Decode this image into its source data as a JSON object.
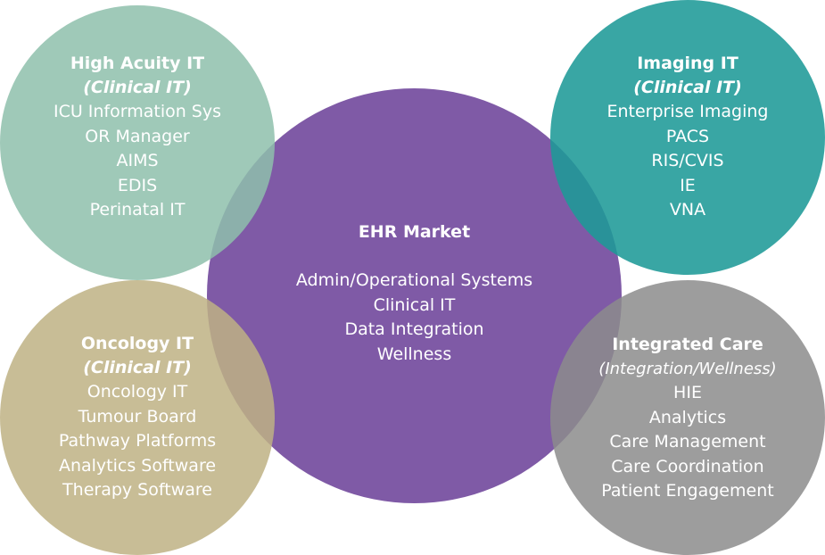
{
  "diagram": {
    "center": {
      "title": "EHR Market",
      "items": [
        "Admin/Operational Systems",
        "Clinical IT",
        "Data Integration",
        "Wellness"
      ],
      "color": "#7f5aa6"
    },
    "top_left": {
      "title": "High Acuity IT",
      "subtitle": "(Clinical IT)",
      "items": [
        "ICU Information Sys",
        "OR Manager",
        "AIMS",
        "EDIS",
        "Perinatal IT"
      ],
      "color": "#8ec0ab"
    },
    "top_right": {
      "title": "Imaging IT",
      "subtitle": "(Clinical IT)",
      "items": [
        "Enterprise Imaging",
        "PACS",
        "RIS/CVIS",
        "IE",
        "VNA"
      ],
      "color": "#1e9a97"
    },
    "bottom_left": {
      "title": "Oncology IT",
      "subtitle": "(Clinical IT)",
      "items": [
        "Oncology IT",
        "Tumour Board",
        "Pathway Platforms",
        "Analytics Software",
        "Therapy Software"
      ],
      "color": "#beb184"
    },
    "bottom_right": {
      "title": "Integrated Care",
      "subtitle_open": "(",
      "subtitle": "Integration/Wellness)",
      "items": [
        "HIE",
        "Analytics",
        "Care Management",
        "Care Coordination",
        "Patient Engagement"
      ],
      "color": "#8c8c8c"
    }
  }
}
